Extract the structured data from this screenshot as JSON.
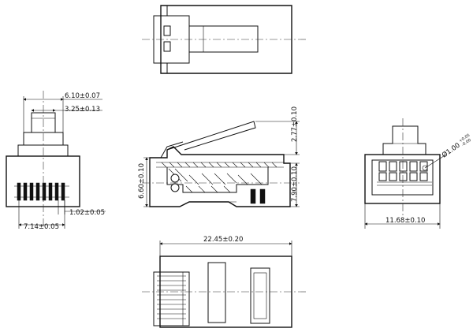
{
  "dimensions": {
    "overall_width": "6.10±0.07",
    "tab_width": "3.25±0.13",
    "contact_span": "7.14±0.05",
    "contact_pitch": "1.02±0.05",
    "latch_height": "2.77±0.10",
    "side_height": "6.60±0.10",
    "body_height": "7.90±0.10",
    "front_width": "11.68±0.10",
    "pin_diameter": "Ø1.00",
    "pin_tolerance_upper": "+0.05",
    "pin_tolerance_lower": "-0.00",
    "overall_length": "22.45±0.20"
  }
}
